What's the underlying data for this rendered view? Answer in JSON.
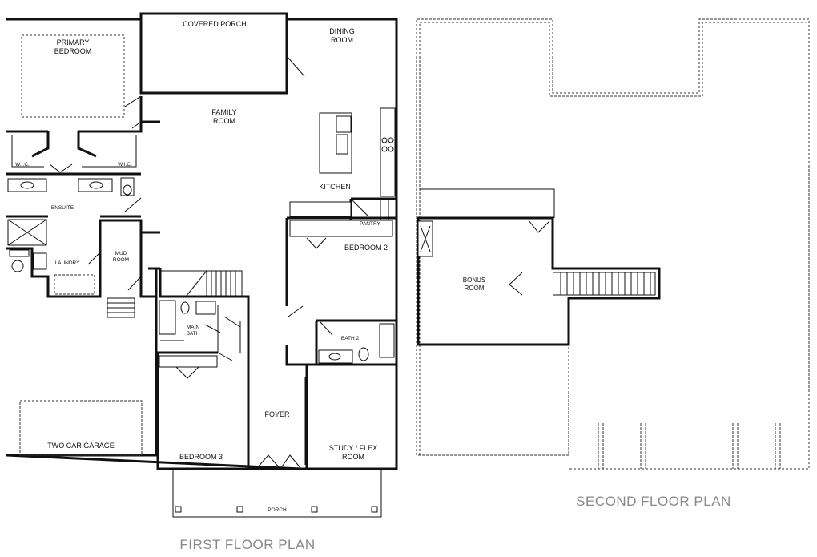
{
  "first_floor": {
    "title": "FIRST FLOOR PLAN",
    "rooms": {
      "covered_porch": "COVERED PORCH",
      "dining_1": "DINING",
      "dining_2": "ROOM",
      "primary_1": "PRIMARY",
      "primary_2": "BEDROOM",
      "family_1": "FAMILY",
      "family_2": "ROOM",
      "kitchen": "KITCHEN",
      "wic_left": "W.I.C.",
      "wic_right": "W.I.C.",
      "ensuite": "ENSUITE",
      "pantry": "PANTRY",
      "mud_1": "MUD",
      "mud_2": "ROOM",
      "laundry": "LAUNDRY",
      "bedroom2": "BEDROOM 2",
      "main_bath_1": "MAIN",
      "main_bath_2": "BATH",
      "bath2": "BATH 2",
      "foyer": "FOYER",
      "garage": "TWO CAR GARAGE",
      "bedroom3": "BEDROOM 3",
      "study_1": "STUDY / FLEX",
      "study_2": "ROOM",
      "porch": "PORCH"
    }
  },
  "second_floor": {
    "title": "SECOND FLOOR PLAN",
    "rooms": {
      "bonus_1": "BONUS",
      "bonus_2": "ROOM"
    }
  }
}
